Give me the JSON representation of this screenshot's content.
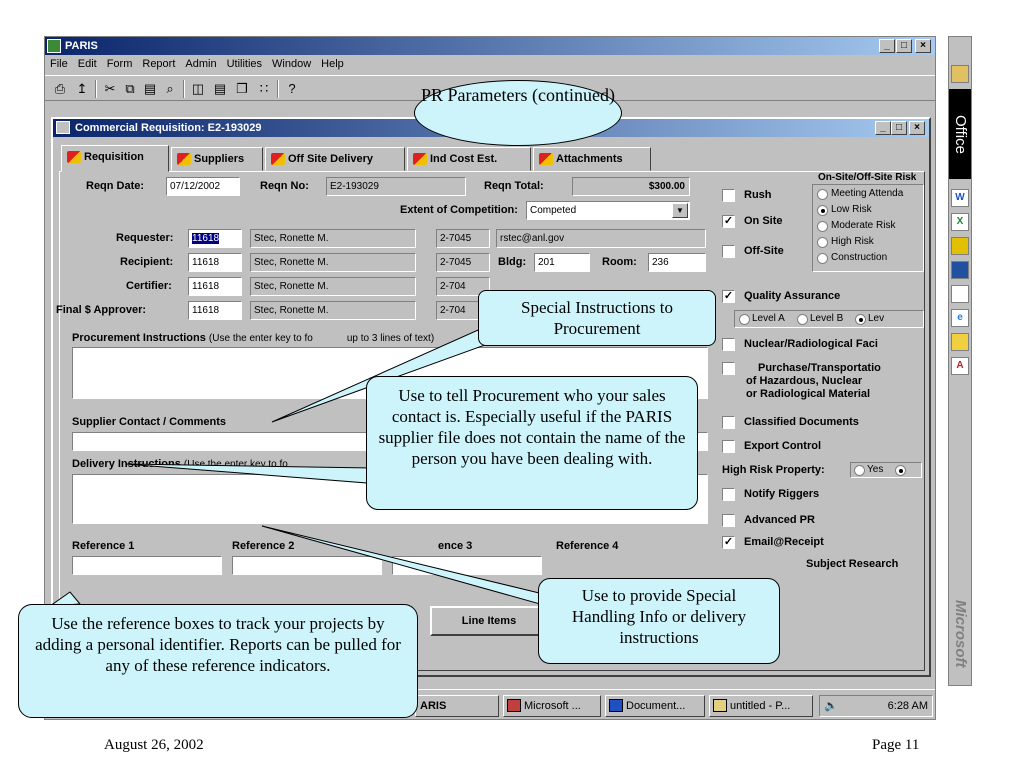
{
  "app": {
    "title": "PARIS",
    "menu": [
      "File",
      "Edit",
      "Form",
      "Report",
      "Admin",
      "Utilities",
      "Window",
      "Help"
    ],
    "caption_buttons": [
      "_",
      "□",
      "×"
    ]
  },
  "child": {
    "title": "Commercial Requisition: E2-193029",
    "tabs": [
      "Requisition",
      "Suppliers",
      "Off Site Delivery",
      "Ind Cost Est.",
      "Attachments"
    ],
    "caption_buttons": [
      "_",
      "□",
      "×"
    ]
  },
  "form": {
    "reqn_date_label": "Reqn Date:",
    "reqn_date": "07/12/2002",
    "reqn_no_label": "Reqn No:",
    "reqn_no": "E2-193029",
    "reqn_total_label": "Reqn Total:",
    "reqn_total": "$300.00",
    "extent_label": "Extent of Competition:",
    "extent_value": "Competed",
    "people": [
      {
        "label": "Requester:",
        "id": "11618",
        "name": "Stec, Ronette M.",
        "phone": "2-7045",
        "extra": "rstec@anl.gov"
      },
      {
        "label": "Recipient:",
        "id": "11618",
        "name": "Stec, Ronette M.",
        "phone": "2-7045"
      },
      {
        "label": "Certifier:",
        "id": "11618",
        "name": "Stec, Ronette M.",
        "phone": "2-704"
      },
      {
        "label": "Final $ Approver:",
        "id": "11618",
        "name": "Stec, Ronette M.",
        "phone": "2-704"
      }
    ],
    "bldg_label": "Bldg:",
    "bldg": "201",
    "room_label": "Room:",
    "room": "236",
    "proc_instr_label": "Procurement Instructions",
    "proc_instr_hint": "(Use the enter key to fo",
    "proc_instr_hint2": "up to 3 lines of text)",
    "supplier_contact_label": "Supplier Contact / Comments",
    "delivery_label": "Delivery Instructions",
    "delivery_hint": "(Use the enter key to fo",
    "references": [
      "Reference 1",
      "Reference 2",
      "ence 3",
      "Reference 4"
    ],
    "line_items_button": "Line Items"
  },
  "right": {
    "rush": "Rush",
    "on_site": "On Site",
    "off_site": "Off-Site",
    "risk_title": "On-Site/Off-Site Risk",
    "risk_options": [
      "Meeting Attenda",
      "Low Risk",
      "Moderate Risk",
      "High Risk",
      "Construction"
    ],
    "risk_selected": 1,
    "qa_label": "Quality Assurance",
    "qa_levels": [
      "Level A",
      "Level B",
      "Lev"
    ],
    "nuclear": "Nuclear/Radiological Faci",
    "purchase_lines": [
      "Purchase/Transportatio",
      "of Hazardous, Nuclear",
      "or Radiological Material"
    ],
    "classified": "Classified Documents",
    "export": "Export Control",
    "high_risk_prop": "High Risk Property:",
    "high_risk_yes": "Yes",
    "notify": "Notify Riggers",
    "advanced": "Advanced PR",
    "email": "Email@Receipt",
    "subject": "Subject Research"
  },
  "taskbar": {
    "items": [
      "ARIS",
      "Microsoft ...",
      "Document...",
      "untitled - P..."
    ],
    "time": "6:28 AM"
  },
  "officebar": {
    "label": "Office",
    "brand": "Microsoft"
  },
  "callouts": {
    "pr_params": "PR Parameters (continued)",
    "special": "Special Instructions to Procurement",
    "sales": "Use to tell Procurement who your sales contact is. Especially useful if the PARIS supplier file does not contain the name of the person you have been dealing with.",
    "handling": "Use to provide Special Handling Info or delivery instructions",
    "reference": "Use the reference boxes to track your projects by adding a personal identifier. Reports can be pulled for any of these reference indicators."
  },
  "footer": {
    "date": "August 26, 2002",
    "page": "Page 11"
  }
}
